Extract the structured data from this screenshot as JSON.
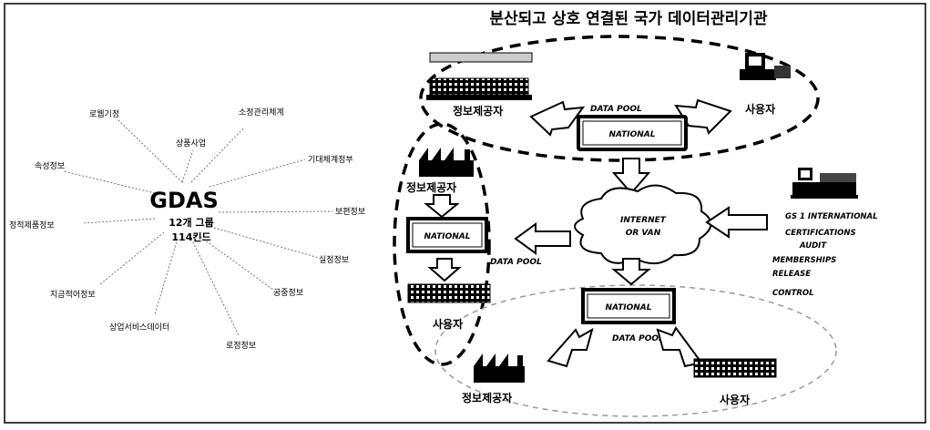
{
  "left_diagram": {
    "hub": {
      "title": "GDAS",
      "line1": "12개 그룹",
      "line2": "114킨드"
    },
    "spokes": [
      {
        "label": "로웹기정"
      },
      {
        "label": "상품사업"
      },
      {
        "label": "소정관리체계"
      },
      {
        "label": "기대체계정부"
      },
      {
        "label": "보편정보"
      },
      {
        "label": "실정정보"
      },
      {
        "label": "공중정보"
      },
      {
        "label": "로정정보"
      },
      {
        "label": "상업서비스데이터"
      },
      {
        "label": "지금적어정보"
      },
      {
        "label": "정적제품정보"
      },
      {
        "label": "속성정보"
      }
    ]
  },
  "right_diagram": {
    "title": "분산되고 상호 연결된 국가 데이터관리기관",
    "roles": {
      "provider_top": "정보제공자",
      "user_top": "사용자",
      "provider_left": "정보제공자",
      "user_left": "사용자",
      "provider_bottom": "정보제공자",
      "user_bottom": "사용자"
    },
    "nodes": {
      "national_top": "NATIONAL",
      "national_left": "NATIONAL",
      "national_bottom": "NATIONAL",
      "data_pool_top": "DATA POOL",
      "data_pool_left": "DATA POOL",
      "data_pool_bottom": "DATA POOL",
      "network_line1": "INTERNET",
      "network_line2": "OR VAN"
    },
    "side_labels": [
      "GS 1 INTERNATIONAL",
      "CERTIFICATIONS",
      "AUDIT",
      "MEMBERSHIPS",
      "RELEASE",
      "CONTROL"
    ]
  }
}
